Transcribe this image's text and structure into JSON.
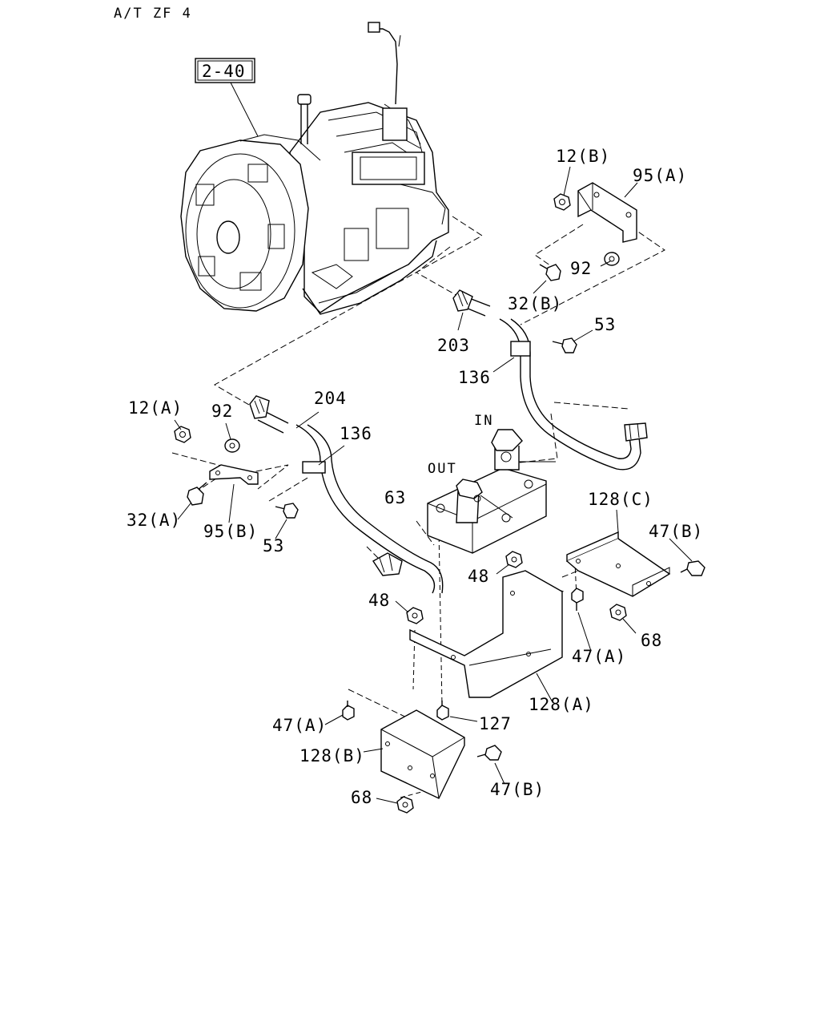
{
  "header": {
    "title": "A/T ZF 4"
  },
  "ref_box": {
    "label": "2-40"
  },
  "callouts": {
    "c12b": "12(B)",
    "c95a": "95(A)",
    "c92r": "92",
    "c32b": "32(B)",
    "c53r": "53",
    "c203": "203",
    "c136r": "136",
    "c12a": "12(A)",
    "c92l": "92",
    "c204": "204",
    "c136l": "136",
    "cin": "IN",
    "cout": "OUT",
    "c63": "63",
    "c128c": "128(C)",
    "c47b_r": "47(B)",
    "c32a": "32(A)",
    "c95b": "95(B)",
    "c53l": "53",
    "c48r": "48",
    "c48l": "48",
    "c68r": "68",
    "c47a_r": "47(A)",
    "c128a": "128(A)",
    "c127": "127",
    "c47a_l": "47(A)",
    "c128b": "128(B)",
    "c47b_l": "47(B)",
    "c68l": "68"
  }
}
